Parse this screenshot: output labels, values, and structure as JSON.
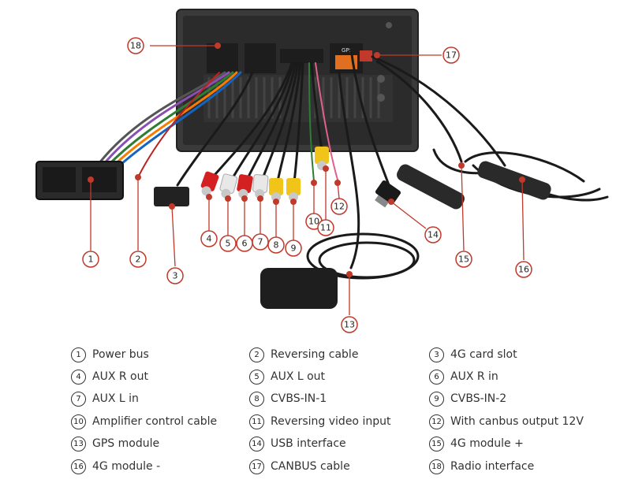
{
  "callouts": [
    {
      "n": "1"
    },
    {
      "n": "2"
    },
    {
      "n": "3"
    },
    {
      "n": "4"
    },
    {
      "n": "5"
    },
    {
      "n": "6"
    },
    {
      "n": "7"
    },
    {
      "n": "8"
    },
    {
      "n": "9"
    },
    {
      "n": "10"
    },
    {
      "n": "11"
    },
    {
      "n": "12"
    },
    {
      "n": "13"
    },
    {
      "n": "14"
    },
    {
      "n": "15"
    },
    {
      "n": "16"
    },
    {
      "n": "17"
    },
    {
      "n": "18"
    }
  ],
  "unit_label": "GPS",
  "legend": [
    {
      "n": "1",
      "label": "Power bus"
    },
    {
      "n": "2",
      "label": "Reversing cable"
    },
    {
      "n": "3",
      "label": "4G card slot"
    },
    {
      "n": "4",
      "label": "AUX R out"
    },
    {
      "n": "5",
      "label": "AUX L out"
    },
    {
      "n": "6",
      "label": "AUX R in"
    },
    {
      "n": "7",
      "label": "AUX L in"
    },
    {
      "n": "8",
      "label": "CVBS-IN-1"
    },
    {
      "n": "9",
      "label": "CVBS-IN-2"
    },
    {
      "n": "10",
      "label": "Amplifier control cable"
    },
    {
      "n": "11",
      "label": "Reversing video input"
    },
    {
      "n": "12",
      "label": "With canbus output 12V"
    },
    {
      "n": "13",
      "label": "GPS module"
    },
    {
      "n": "14",
      "label": "USB interface"
    },
    {
      "n": "15",
      "label": "4G module +"
    },
    {
      "n": "16",
      "label": "4G module -"
    },
    {
      "n": "17",
      "label": "CANBUS cable"
    },
    {
      "n": "18",
      "label": "Radio interface"
    }
  ],
  "colors": {
    "callout_line": "#c0392b",
    "unit_body": "#2a2a2a",
    "cable": "#1a1a1a",
    "rca_red": "#d42020",
    "rca_white": "#e8e8e8",
    "rca_yellow": "#f0c419"
  }
}
